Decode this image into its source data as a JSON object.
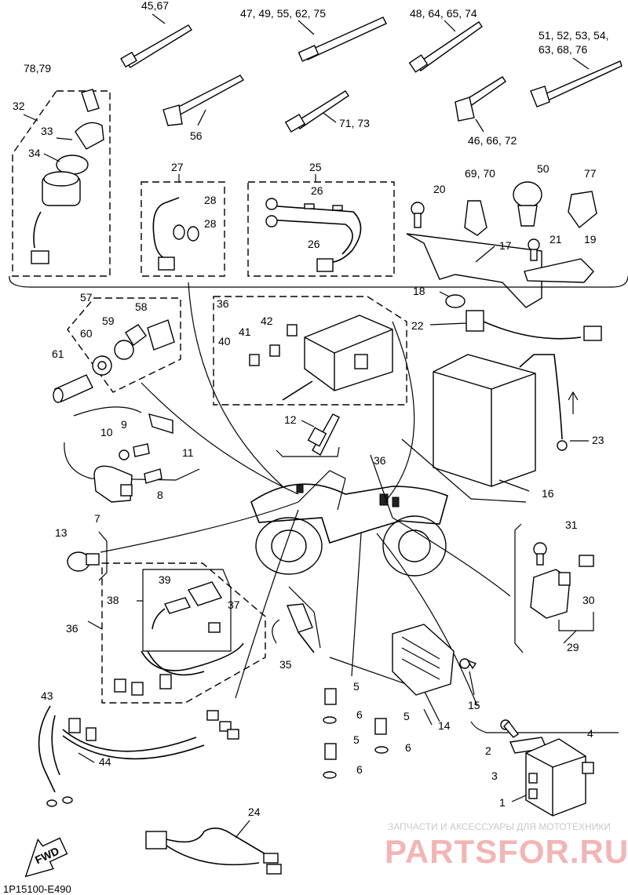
{
  "callouts": {
    "c_45_67": "45,67",
    "c_47_49": "47, 49, 55, 62, 75",
    "c_48_64": "48, 64, 65, 74",
    "c_51_54": "51, 52, 53, 54,",
    "c_63_76": "63, 68, 76",
    "c_78_79": "78,79",
    "c_32": "32",
    "c_33": "33",
    "c_34": "34",
    "c_56": "56",
    "c_71_73": "71, 73",
    "c_46_72": "46, 66, 72",
    "c_27": "27",
    "c_28a": "28",
    "c_28b": "28",
    "c_25": "25",
    "c_26a": "26",
    "c_26b": "26",
    "c_20": "20",
    "c_69_70": "69, 70",
    "c_50": "50",
    "c_77": "77",
    "c_17": "17",
    "c_21": "21",
    "c_19": "19",
    "c_57": "57",
    "c_58": "58",
    "c_59": "59",
    "c_60": "60",
    "c_61": "61",
    "c_36a": "36",
    "c_42": "42",
    "c_41": "41",
    "c_40": "40",
    "c_18": "18",
    "c_22": "22",
    "c_12": "12",
    "c_10": "10",
    "c_9": "9",
    "c_11": "11",
    "c_8": "8",
    "c_7": "7",
    "c_36b": "36",
    "c_23": "23",
    "c_16": "16",
    "c_13": "13",
    "c_31": "31",
    "c_39": "39",
    "c_38": "38",
    "c_37": "37",
    "c_36c": "36",
    "c_30": "30",
    "c_29": "29",
    "c_35": "35",
    "c_5a": "5",
    "c_15": "15",
    "c_6a": "6",
    "c_5b": "5",
    "c_14": "14",
    "c_43": "43",
    "c_44": "44",
    "c_5c": "5",
    "c_6b": "6",
    "c_6c": "6",
    "c_4": "4",
    "c_2": "2",
    "c_3": "3",
    "c_1": "1",
    "c_24": "24"
  },
  "fwd_label": "FWD",
  "diagram_code": "1P15100-E490",
  "watermark": {
    "line1": "ЗАПЧАСТИ И АКСЕССУАРЫ ДЛЯ МОТОТЕХНИКИ",
    "line2": "PARTSFOR.RU"
  }
}
